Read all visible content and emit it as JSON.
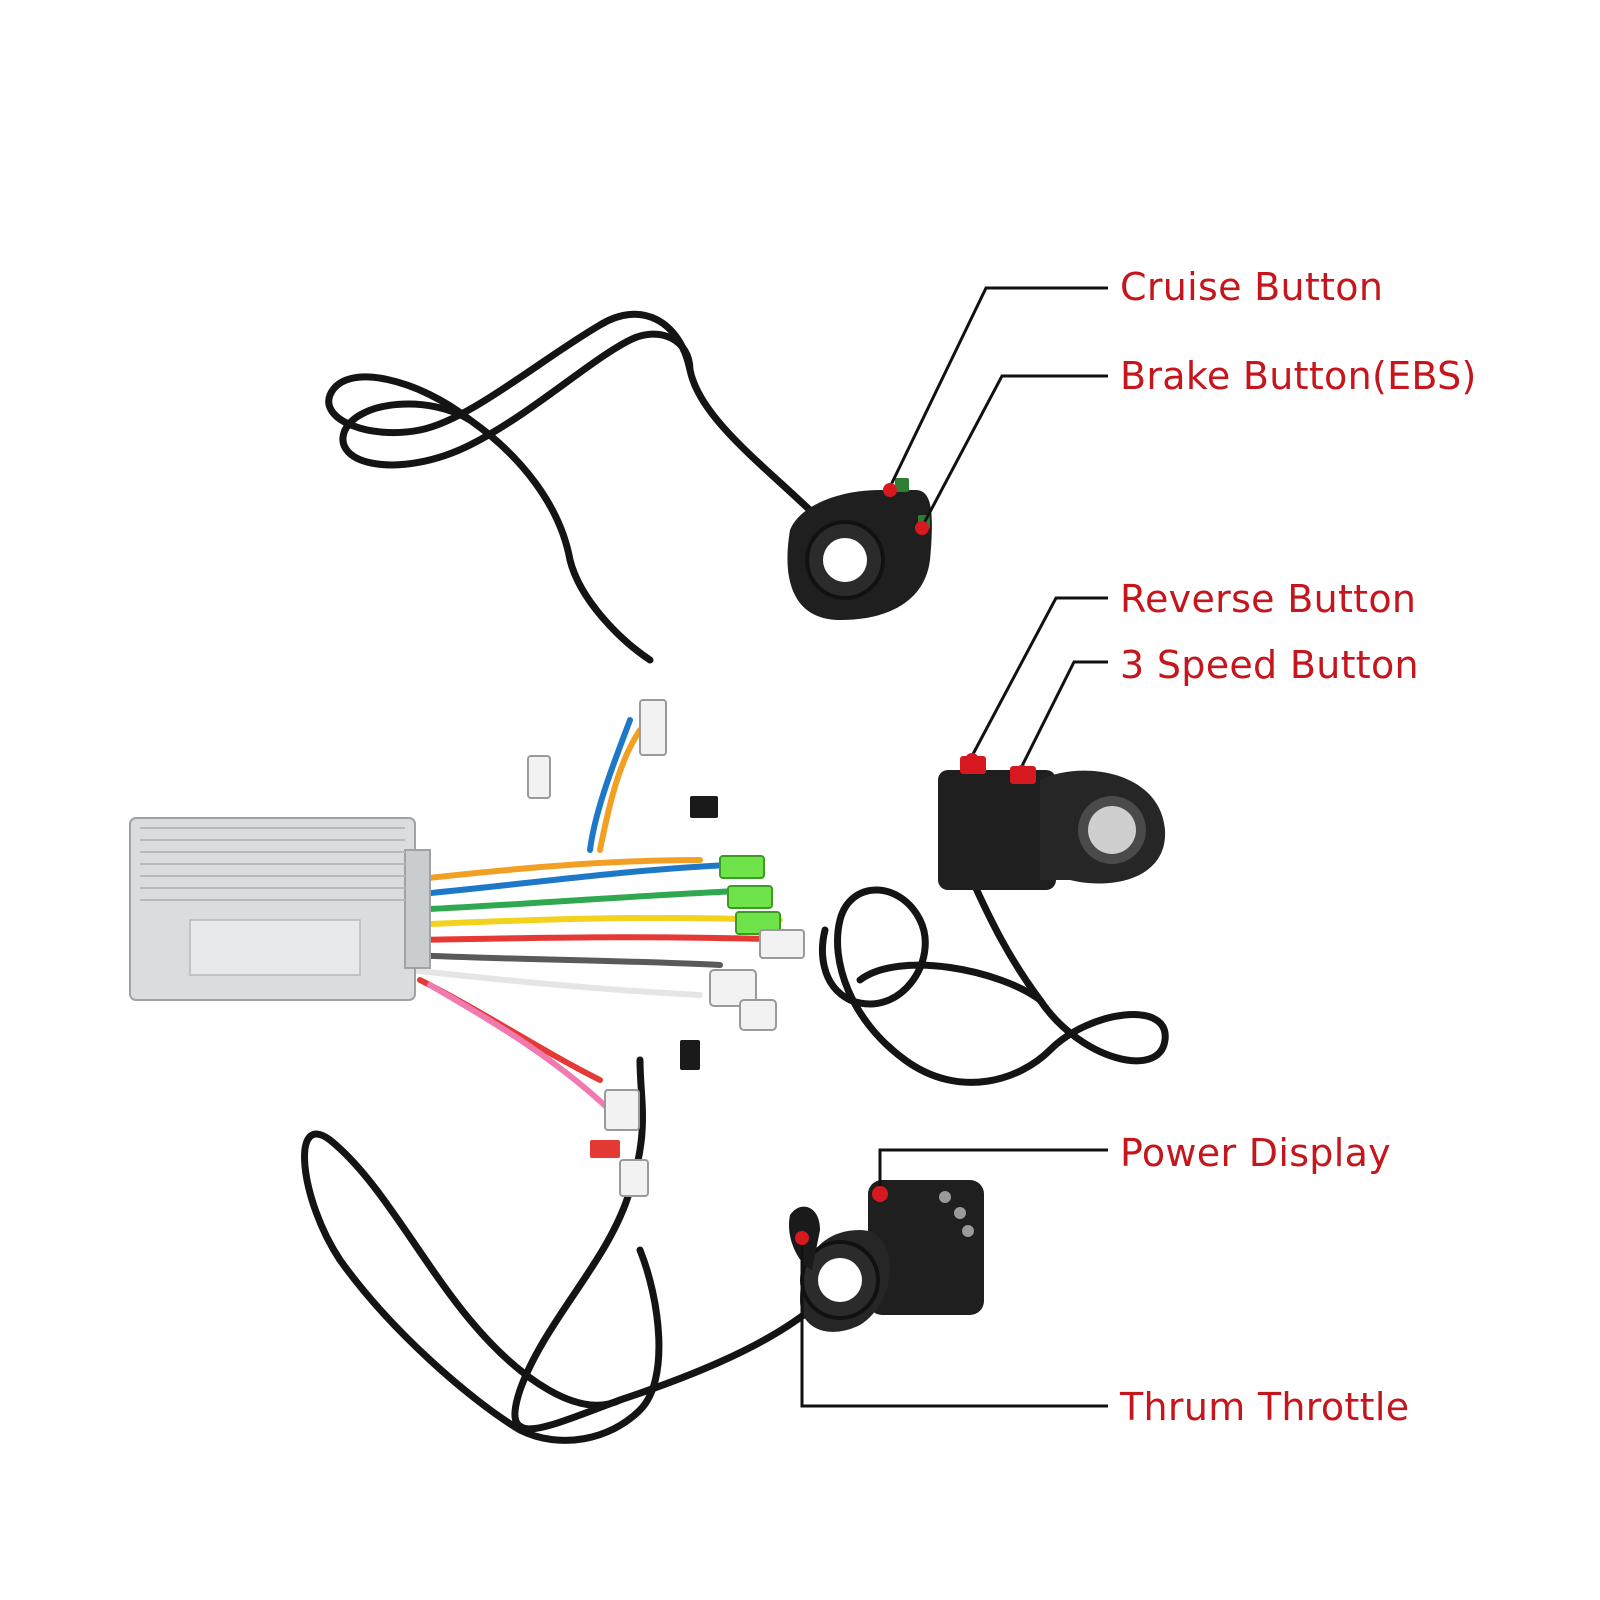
{
  "callouts": {
    "cruise": "Cruise Button",
    "brake": "Brake Button(EBS)",
    "reverse": "Reverse Button",
    "speed": "3 Speed Button",
    "power": "Power Display",
    "throttle": "Thrum Throttle"
  },
  "colors": {
    "label_text": "#c4161c",
    "leader_line": "#111111",
    "marker_dot": "#d8181f",
    "cable": "#141414",
    "controller_body": "#d9dde0",
    "switch_housing": "#1f1f1f",
    "connector_green": "#6fe34a",
    "connector_white": "#f2f2f2"
  },
  "icons": {
    "controller": "motor-controller-icon",
    "cruise_brake_switch": "cruise-brake-switch-icon",
    "reverse_speed_switch": "reverse-speed-switch-icon",
    "throttle": "thumb-throttle-icon"
  }
}
